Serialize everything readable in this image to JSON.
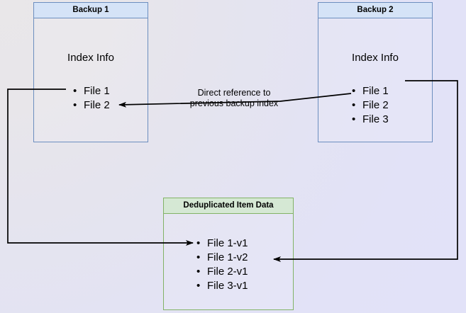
{
  "diagram": {
    "title": "Backup deduplication index reference diagram",
    "background": {
      "from": "#e9e7e9",
      "to": "#e2e2f8"
    },
    "colors": {
      "blue_border": "#6c8ebf",
      "blue_header_fill": "#d5e3f7",
      "green_border": "#82b366",
      "green_header_fill": "#d5e8d4",
      "arrow": "#000000"
    },
    "nodes": [
      {
        "id": "backup1",
        "header": "Backup 1",
        "section_label": "Index Info",
        "items": [
          "File 1",
          "File 2"
        ]
      },
      {
        "id": "backup2",
        "header": "Backup 2",
        "section_label": "Index Info",
        "items": [
          "File 1",
          "File 2",
          "File 3"
        ]
      },
      {
        "id": "dedup",
        "header": "Deduplicated Item Data",
        "items": [
          "File 1-v1",
          "File 1-v2",
          "File 2-v1",
          "File 3-v1"
        ]
      }
    ],
    "edge_labels": [
      {
        "id": "direct-reference",
        "text": "Direct reference to\nprevious backup index"
      }
    ]
  }
}
